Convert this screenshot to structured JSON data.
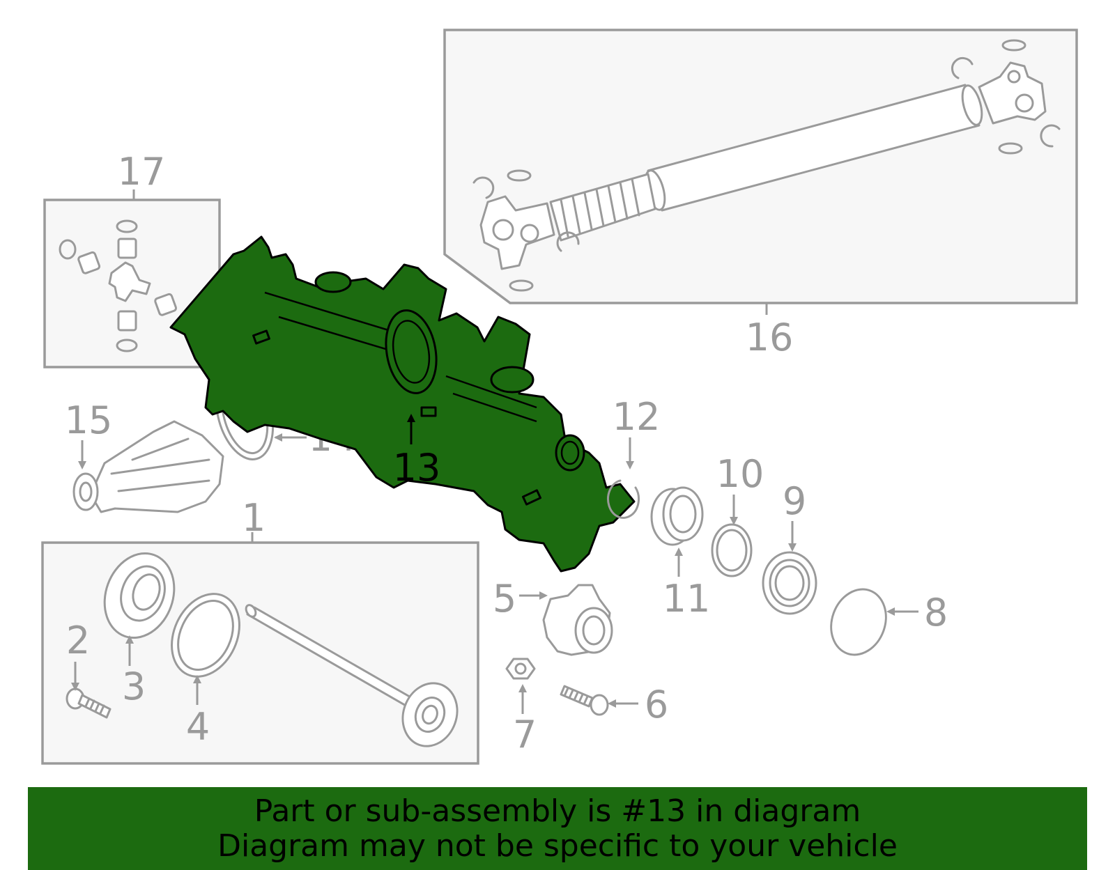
{
  "diagram": {
    "callouts": {
      "c1": "1",
      "c2": "2",
      "c3": "3",
      "c4": "4",
      "c5": "5",
      "c6": "6",
      "c7": "7",
      "c8": "8",
      "c9": "9",
      "c10": "10",
      "c11": "11",
      "c12": "12",
      "c13": "13",
      "c14": "14",
      "c15": "15",
      "c16": "16",
      "c17": "17"
    },
    "highlighted_part": "13",
    "highlight_color": "#1c6b10",
    "line_color": "#9a9a9a"
  },
  "banner": {
    "line1": "Part or sub-assembly is #13 in diagram",
    "line2": "Diagram may not be specific to your vehicle"
  }
}
